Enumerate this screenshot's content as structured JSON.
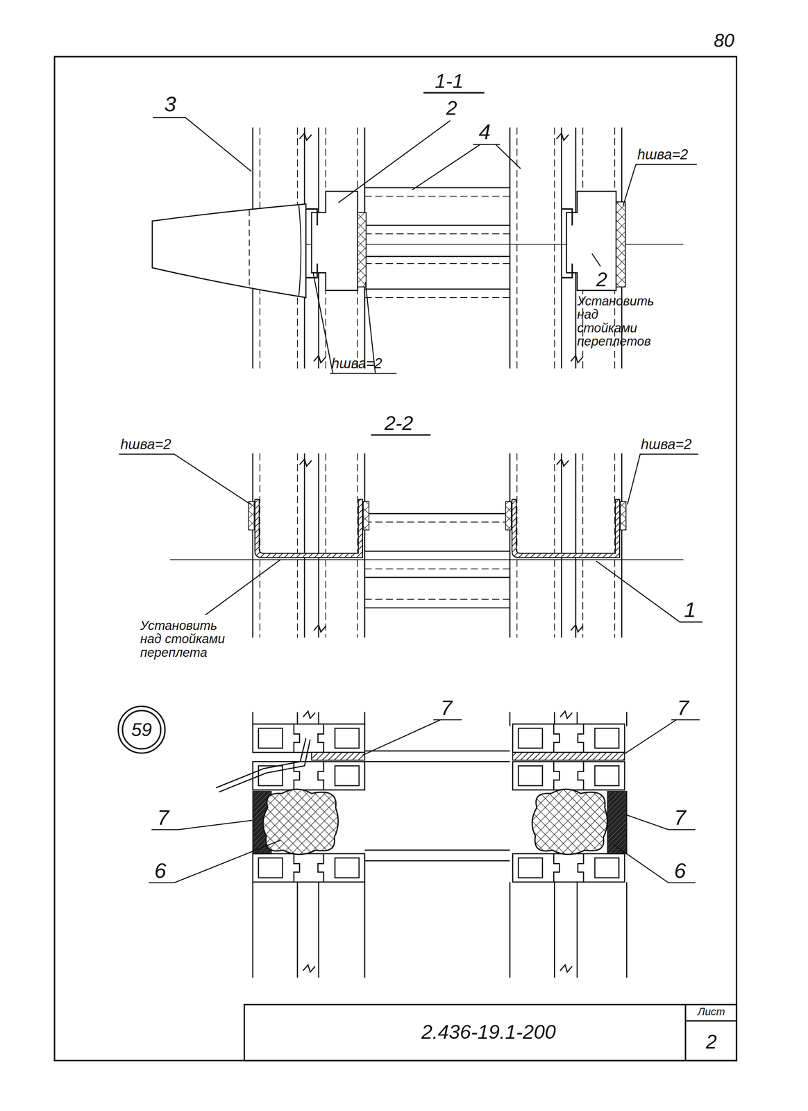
{
  "diagram": {
    "nodes": [
      {
        "text": [
          "59"
        ]
      },
      {
        "text": [
          "2.436-19.1-200"
        ]
      },
      {
        "text": [
          "Лист",
          "2"
        ],
        "in": 1
      }
    ],
    "labels": [
      "80",
      "1-1",
      "3",
      "2",
      "4",
      "hшва=2",
      "2",
      "Установить над стойками переплетов",
      "hшва=2",
      "2-2",
      "hшва=2",
      "hшва=2",
      "Установить над стойками переплета",
      "1",
      "7",
      "7",
      "7",
      "6",
      "7",
      "6"
    ]
  }
}
